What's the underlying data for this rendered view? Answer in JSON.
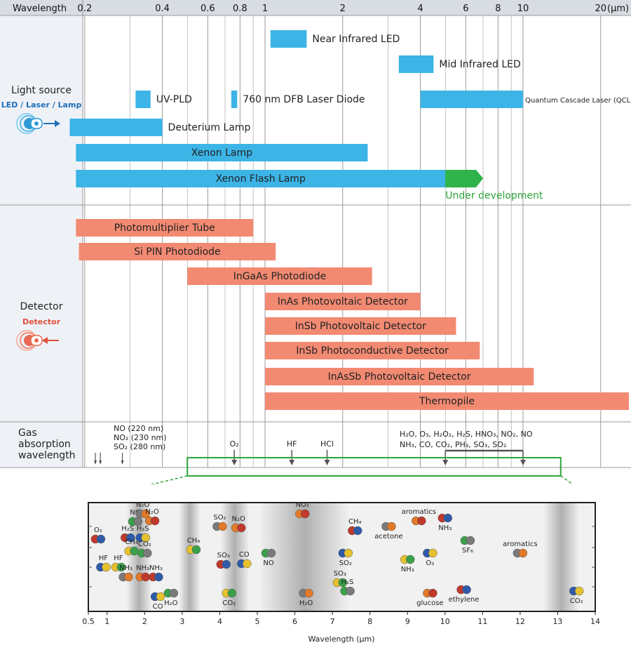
{
  "header": {
    "left_label": "Wavelength",
    "unit": "(μm)"
  },
  "colors": {
    "source": "#3cb4e6",
    "detector": "#f28a72",
    "development": "#2fb34a",
    "grid": "#8a8a8a",
    "sidebar": "#eef2f7",
    "highlight_box": "#2fa43a",
    "dev_text": "#2fa43a"
  },
  "sections": {
    "light_source": {
      "title": "Light source",
      "subtitle": "LED / Laser / Lamp",
      "icon": "light-source-icon"
    },
    "detector": {
      "title": "Detector",
      "subtitle": "Detector",
      "icon": "detector-icon"
    },
    "gas": {
      "title": "Gas\nabsorption\nwavelength"
    }
  },
  "chart_data": [
    {
      "type": "bar",
      "orientation": "horizontal-range",
      "x_scale": "log",
      "x_unit": "μm",
      "x_ticks": [
        0.2,
        0.4,
        0.6,
        0.8,
        1,
        2,
        4,
        6,
        8,
        10,
        20
      ],
      "xlim": [
        0.16,
        30
      ],
      "light_sources": [
        {
          "name": "Near Infrared LED",
          "start": 1.05,
          "end": 1.45
        },
        {
          "name": "Mid Infrared LED",
          "start": 3.3,
          "end": 4.5
        },
        {
          "name": "UV-PLD",
          "start": 0.315,
          "end": 0.36
        },
        {
          "name": "760 nm DFB Laser Diode",
          "start": 0.74,
          "end": 0.78
        },
        {
          "name": "Quantum Cascade Laser (QCL)",
          "start": 4.0,
          "end": 10.0
        },
        {
          "name": "Deuterium Lamp",
          "start": 0.175,
          "end": 0.4
        },
        {
          "name": "Xenon Lamp",
          "start": 0.185,
          "end": 2.5
        },
        {
          "name": "Xenon Flash Lamp",
          "start": 0.185,
          "end": 5.0,
          "dev_end": 7.0,
          "dev_label": "Under development"
        }
      ],
      "detectors": [
        {
          "name": "Photomultiplier Tube",
          "start": 0.185,
          "end": 0.9
        },
        {
          "name": "Si PIN Photodiode",
          "start": 0.19,
          "end": 1.1
        },
        {
          "name": "InGaAs Photodiode",
          "start": 0.5,
          "end": 2.6
        },
        {
          "name": "InAs Photovoltaic Detector",
          "start": 1.0,
          "end": 4.0
        },
        {
          "name": "InSb Photovoltaic Detector",
          "start": 1.0,
          "end": 5.5
        },
        {
          "name": "InSb Photoconductive Detector",
          "start": 1.0,
          "end": 6.8
        },
        {
          "name": "InAsSb Photovoltaic Detector",
          "start": 1.0,
          "end": 11.0
        },
        {
          "name": "Thermopile",
          "start": 1.0,
          "end": 30.0
        }
      ],
      "gas_absorption": [
        {
          "label": "O₂",
          "wavelength": 0.76
        },
        {
          "label": "HF",
          "wavelength": 1.27
        },
        {
          "label": "HCl",
          "wavelength": 1.74
        }
      ],
      "gas_absorption_uv": [
        "NO (220 nm)",
        "NO₂ (230 nm)",
        "SO₂ (280 nm)"
      ],
      "gas_absorption_mir": {
        "line1": "H₂O, O₃, H₂O₂, H₂S, HNO₃, NO₂, NO",
        "line2": "NH₃, CO, CO₂, PH₃, SO₃, SO₂",
        "range": [
          5.0,
          10.0
        ]
      },
      "zoom_range": [
        0.5,
        14
      ]
    },
    {
      "type": "scatter",
      "xlabel": "Wavelength (μm)",
      "xlim": [
        0.5,
        14
      ],
      "x_ticks": [
        0.5,
        1,
        2,
        3,
        4,
        5,
        6,
        7,
        8,
        9,
        10,
        11,
        12,
        13,
        14
      ],
      "molecules": [
        {
          "label": "O₂",
          "x": 0.76
        },
        {
          "label": "HF",
          "x": 0.9
        },
        {
          "label": "HF",
          "x": 1.3
        },
        {
          "label": "NO",
          "x": 1.75
        },
        {
          "label": "N₂O",
          "x": 1.95
        },
        {
          "label": "N₂O",
          "x": 2.2
        },
        {
          "label": "H₂S",
          "x": 1.55
        },
        {
          "label": "H₂S",
          "x": 1.95
        },
        {
          "label": "CH₄",
          "x": 1.65
        },
        {
          "label": "CO₂",
          "x": 2.0
        },
        {
          "label": "NH₃",
          "x": 1.5
        },
        {
          "label": "NH₃",
          "x": 1.95
        },
        {
          "label": "NH₃",
          "x": 2.3
        },
        {
          "label": "CO",
          "x": 2.35
        },
        {
          "label": "CH₄",
          "x": 3.3
        },
        {
          "label": "H₂O",
          "x": 2.7
        },
        {
          "label": "SO₂",
          "x": 4.0
        },
        {
          "label": "N₂O",
          "x": 4.5
        },
        {
          "label": "SO₃",
          "x": 4.1
        },
        {
          "label": "CO",
          "x": 4.65
        },
        {
          "label": "CO₂",
          "x": 4.25
        },
        {
          "label": "NO",
          "x": 5.3
        },
        {
          "label": "H₂O",
          "x": 6.3
        },
        {
          "label": "NO₂",
          "x": 6.2
        },
        {
          "label": "CH₄",
          "x": 7.6
        },
        {
          "label": "SO₂",
          "x": 7.35
        },
        {
          "label": "SO₃",
          "x": 7.2
        },
        {
          "label": "H₂S",
          "x": 7.4
        },
        {
          "label": "acetone",
          "x": 8.5
        },
        {
          "label": "aromatics",
          "x": 9.3
        },
        {
          "label": "NH₃",
          "x": 10.0
        },
        {
          "label": "O₃",
          "x": 9.6
        },
        {
          "label": "NH₃",
          "x": 9.0
        },
        {
          "label": "SF₆",
          "x": 10.6
        },
        {
          "label": "aromatics",
          "x": 12.0
        },
        {
          "label": "glucose",
          "x": 9.6
        },
        {
          "label": "ethylene",
          "x": 10.5
        },
        {
          "label": "CO₂",
          "x": 13.5
        }
      ]
    }
  ]
}
